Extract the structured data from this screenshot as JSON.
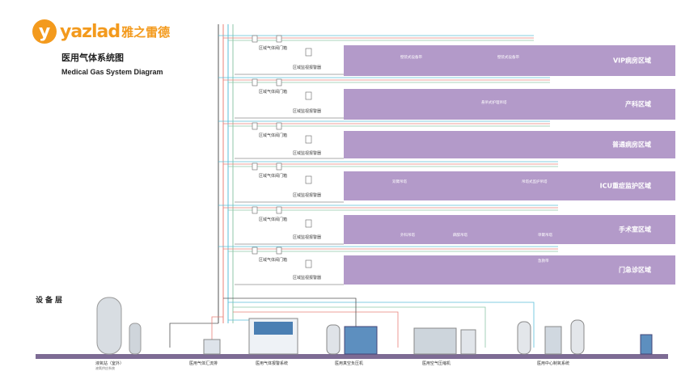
{
  "logo": {
    "mark": "y",
    "word": "yazlad",
    "cn": "雅之雷德"
  },
  "title_cn": "医用气体系统图",
  "title_en": "Medical Gas System Diagram",
  "equipment_layer": "设备层",
  "zones": [
    {
      "label": "VIP病房区域"
    },
    {
      "label": "产科区域"
    },
    {
      "label": "普通病房区域"
    },
    {
      "label": "ICU重症监护区域"
    },
    {
      "label": "手术室区域"
    },
    {
      "label": "门急诊区域"
    }
  ],
  "valve_label": "区域气体阀门箱",
  "alarm_label": "区域监视报警器",
  "device_labels": {
    "wall_panel": "壁装式设备带",
    "pendant": "悬吊式护理吊塔",
    "pendant_icu": "吊塔式监护吊塔",
    "double_arm": "双臂吊塔",
    "single_arm_1": "单臂吊塔",
    "single_arm_2": "麻醉吊塔",
    "single_arm_3": "外科吊塔",
    "er_panel": "急救带"
  },
  "equipment": [
    {
      "label": "液氧站（室外）",
      "sub": "液氧供应系统"
    },
    {
      "label": "医用气体汇流排"
    },
    {
      "label": "医用气体报警系统"
    },
    {
      "label": "医用真空负压机"
    },
    {
      "label": "医用空气压缩机"
    },
    {
      "label": "医用中心制氧系统"
    }
  ],
  "colors": {
    "zone": "#b39ac9",
    "oxygen": "#5bbfd9",
    "vacuum": "#e8827a",
    "air": "#8fc7a8",
    "pipe": "#555555",
    "floor": "#7d6b94",
    "brand": "#f39a1d"
  }
}
